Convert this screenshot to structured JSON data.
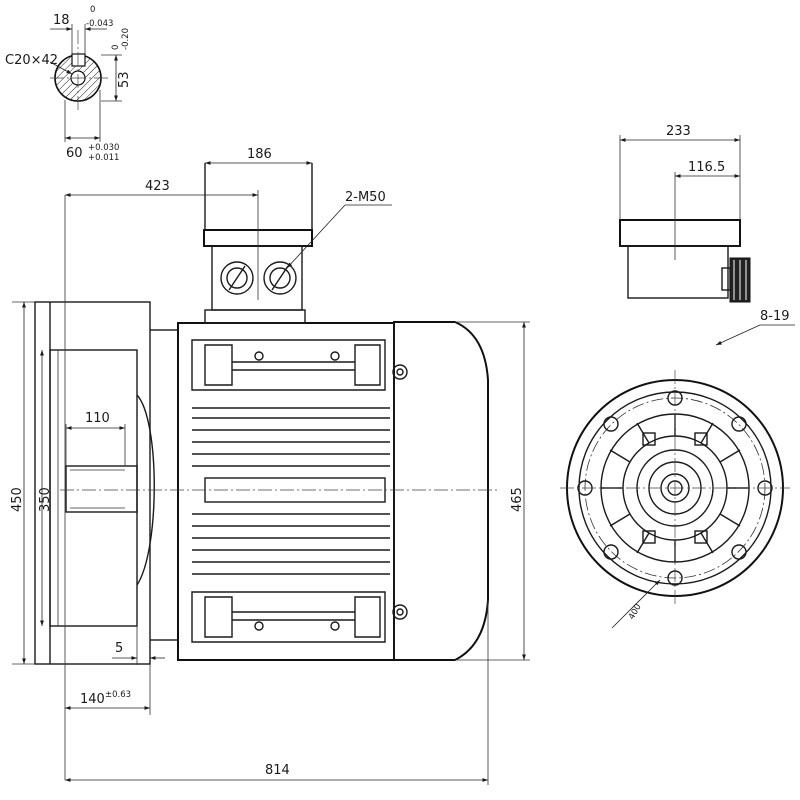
{
  "shaft_section": {
    "keyway_width": "18",
    "keyway_tol_upper": "0",
    "keyway_tol_lower": "-0.043",
    "key_depth": "53",
    "depth_tol_upper": "0",
    "depth_tol_lower": "-0.20",
    "center_hole": "C20×42",
    "shaft_diameter": "60",
    "diameter_tol_upper": "+0.030",
    "diameter_tol_lower": "+0.011"
  },
  "side_view": {
    "overall_height_to_box": "423",
    "terminal_box_width": "186",
    "cable_gland": "2-M50",
    "flange_diameter": "450",
    "spigot_diameter": "350",
    "shaft_length": "110",
    "spigot_depth": "5",
    "flange_to_shaft_end": "140",
    "flange_tol": "±0.63",
    "body_diameter": "465",
    "overall_length": "814"
  },
  "end_view": {
    "terminal_box_total": "233",
    "terminal_box_offset": "116.5",
    "mounting_holes": "8-19",
    "pcd": "400"
  }
}
